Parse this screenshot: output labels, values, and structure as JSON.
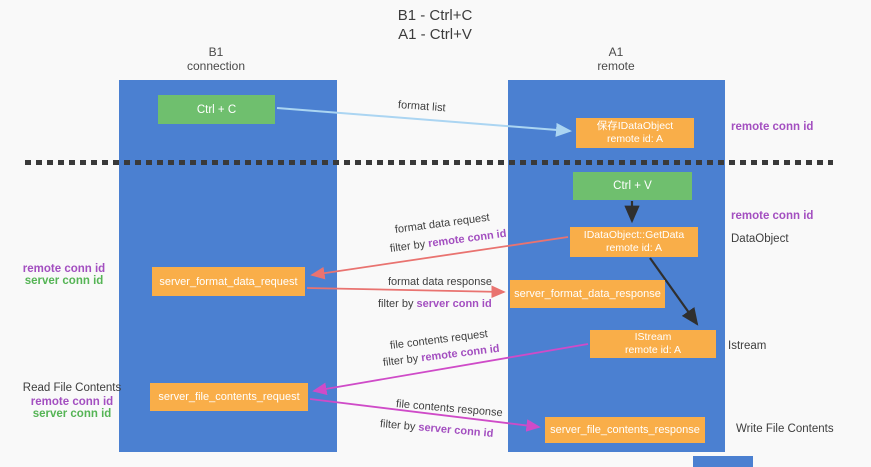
{
  "title": {
    "line1": "B1 - Ctrl+C",
    "line2": "A1 - Ctrl+V"
  },
  "columns": {
    "b1": {
      "name": "B1",
      "subtitle": "connection"
    },
    "a1": {
      "name": "A1",
      "subtitle": "remote"
    }
  },
  "nodes": {
    "ctrl_c": "Ctrl + C",
    "ctrl_v": "Ctrl + V",
    "save_idataobject_line1": "保存IDataObject",
    "save_idataobject_line2": "remote id: A",
    "getdata_line1": "IDataObject::GetData",
    "getdata_line2": "remote id: A",
    "istream_line1": "IStream",
    "istream_line2": "remote id: A",
    "server_format_data_request": "server_format_data_request",
    "server_format_data_response": "server_format_data_response",
    "server_file_contents_request": "server_file_contents_request",
    "server_file_contents_response": "server_file_contents_response"
  },
  "arrow_labels": {
    "format_list": "format list",
    "format_data_request": "format data request",
    "format_data_response": "format data response",
    "file_contents_request": "file contents request",
    "file_contents_response": "file contents response",
    "filter_by": "filter by ",
    "remote_conn_id": "remote conn id",
    "server_conn_id": "server conn id"
  },
  "side_labels": {
    "right_remote_conn_id_1": "remote conn id",
    "right_remote_conn_id_2": "remote conn id",
    "right_dataobject": "DataObject",
    "right_istream": "Istream",
    "right_write_file_contents": "Write File Contents",
    "left_remote_conn_id_1": "remote conn id",
    "left_server_conn_id_1": "server conn id",
    "left_read_file_contents": "Read File Contents",
    "left_remote_conn_id_2": "remote conn id",
    "left_server_conn_id_2": "server conn id"
  },
  "colors": {
    "column_blue": "#4b80d1",
    "box_green": "#6fbf6e",
    "box_orange": "#f9ae49",
    "arrow_red": "#e97370",
    "arrow_magenta": "#cf4bc8",
    "arrow_lightblue": "#abd5f2",
    "arrow_black": "#2f2f2f",
    "label_purple": "#a34fc0",
    "label_green": "#55b455"
  }
}
